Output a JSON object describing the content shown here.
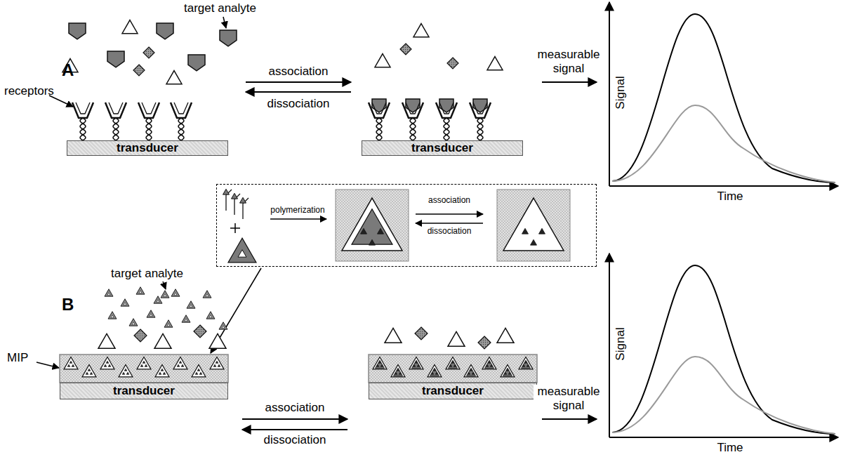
{
  "diagram": {
    "nodes": [
      {
        "text": [
          "transducer"
        ]
      },
      {
        "text": [
          "transducer"
        ]
      },
      {
        "text": [
          "polymerization",
          "association",
          "dissociation"
        ]
      },
      {
        "text": [
          "transducer"
        ]
      },
      {
        "text": [
          "transducer"
        ]
      }
    ],
    "labels": [
      "A",
      "target analyte",
      "receptors",
      "association",
      "dissociation",
      "measurable signal",
      "Signal",
      "Time",
      "target analyte",
      "B",
      "MIP",
      "association",
      "dissociation",
      "measurable signal",
      "Signal",
      "Time"
    ]
  }
}
